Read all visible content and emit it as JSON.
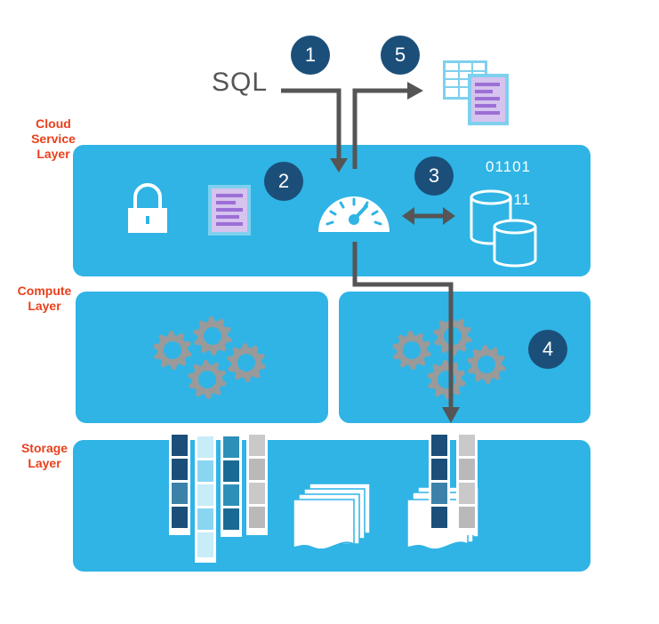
{
  "layers": {
    "cloud_service": "Cloud\nService\nLayer",
    "compute": "Compute\nLayer",
    "storage": "Storage\nLayer"
  },
  "query": {
    "label": "SQL"
  },
  "steps": [
    "1",
    "2",
    "3",
    "4",
    "5"
  ],
  "binary": {
    "line1": "01101",
    "line2": "00011"
  },
  "colors": {
    "panel": "#2fb4e5",
    "badge": "#1b4f7a",
    "layer_label": "#e8401c",
    "arrow": "#555555",
    "gear": "#9a9a9a"
  },
  "icons": [
    "lock-icon",
    "metadata-document-icon",
    "optimizer-gauge-icon",
    "cache-database-icon",
    "gear-cluster-icon",
    "result-table-icon",
    "columnar-storage-icon",
    "micro-partition-files-icon"
  ]
}
